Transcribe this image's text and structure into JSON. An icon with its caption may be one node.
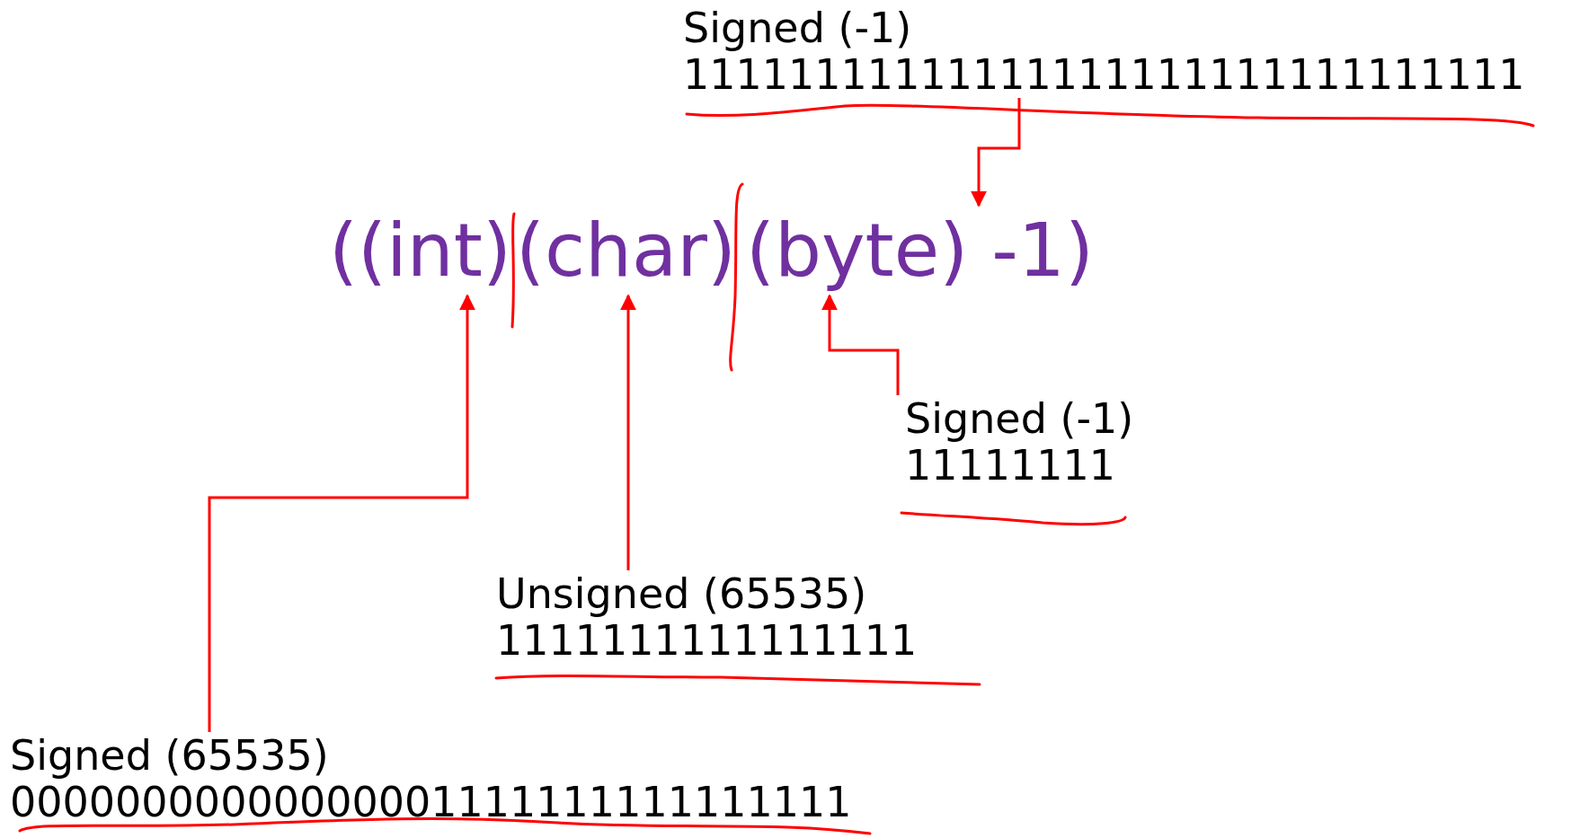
{
  "diagram": {
    "nodes": [
      {
        "text": [
          "Signed (-1)",
          "11111111111111111111111111111111"
        ]
      },
      {
        "text": [
          "((int)"
        ]
      },
      {
        "text": [
          "(char)"
        ]
      },
      {
        "text": [
          "(byte) -1)"
        ]
      },
      {
        "text": [
          "Signed (-1)",
          "11111111"
        ]
      },
      {
        "text": [
          "Unsigned (65535)",
          "1111111111111111"
        ]
      },
      {
        "text": [
          "Signed (65535)",
          "00000000000000001111111111111111"
        ]
      }
    ],
    "edges": [
      {
        "from": 0,
        "to": 3,
        "arrow": "to"
      },
      {
        "from": 4,
        "to": 3,
        "arrow": "to"
      },
      {
        "from": 5,
        "to": 2,
        "arrow": "to"
      },
      {
        "from": 6,
        "to": 1,
        "arrow": "to"
      }
    ]
  }
}
